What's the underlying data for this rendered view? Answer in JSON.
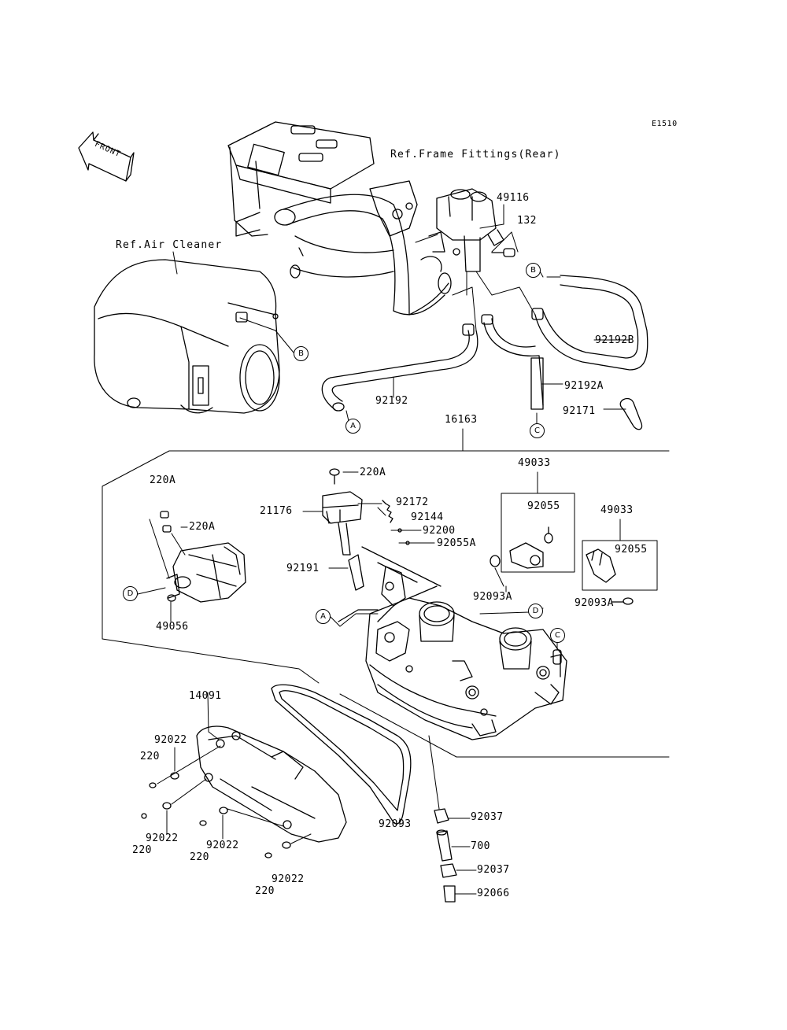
{
  "diagram_code": "E1510",
  "front_label": "FRONT",
  "references": {
    "frame_fittings": "Ref.Frame Fittings(Rear)",
    "air_cleaner": "Ref.Air Cleaner"
  },
  "callouts": {
    "A": "A",
    "B": "B",
    "C": "C",
    "D": "D"
  },
  "parts": {
    "p49116": "49116",
    "p132": "132",
    "p92192B": "92192B",
    "p92192": "92192",
    "p92192A": "92192A",
    "p92171": "92171",
    "p16163": "16163",
    "p49033a": "49033",
    "p49033b": "49033",
    "p92055a": "92055",
    "p92055b": "92055",
    "p220A_1": "220A",
    "p220A_2": "220A",
    "p220A_3": "220A",
    "p21176": "21176",
    "p92172": "92172",
    "p92144": "92144",
    "p92200": "92200",
    "p92055A": "92055A",
    "p92191": "92191",
    "p92093A_1": "92093A",
    "p92093A_2": "92093A",
    "p49056": "49056",
    "p14091": "14091",
    "p92022_1": "92022",
    "p220_1": "220",
    "p92022_2": "92022",
    "p220_2": "220",
    "p92022_3": "92022",
    "p220_3": "220",
    "p92022_4": "92022",
    "p220_4": "220",
    "p92093": "92093",
    "p92037_1": "92037",
    "p700": "700",
    "p92037_2": "92037",
    "p92066": "92066"
  }
}
